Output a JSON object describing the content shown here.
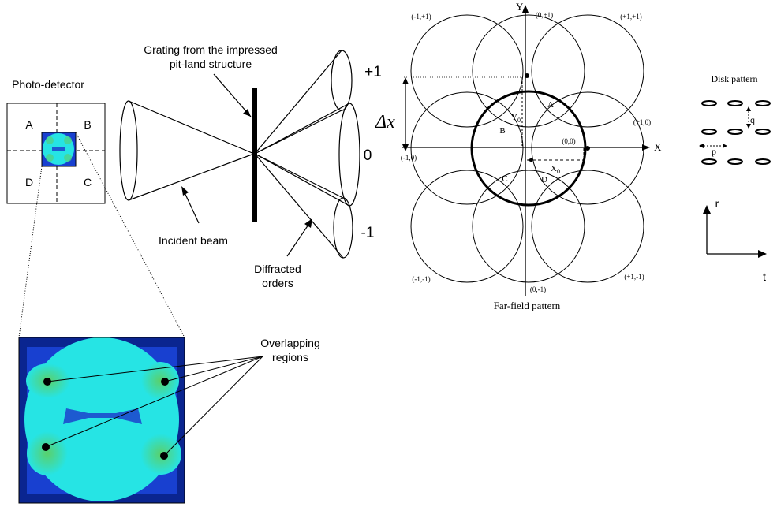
{
  "photodetector": {
    "title": "Photo-detector",
    "quadrants": {
      "a": "A",
      "b": "B",
      "c": "C",
      "d": "D"
    }
  },
  "grating": {
    "label_line1": "Grating from the impressed",
    "label_line2": "pit-land structure",
    "incident_label": "Incident beam",
    "diffracted_line1": "Diffracted",
    "diffracted_line2": "orders",
    "orders": {
      "plus1": "+1",
      "zero": "0",
      "minus1": "-1"
    }
  },
  "farfield": {
    "caption": "Far-field pattern",
    "axis_x": "X",
    "axis_y": "Y",
    "delta_symbol": "Δx",
    "order_labels": {
      "m1p1": "(-1,+1)",
      "z_p1": "(0,+1)",
      "p1p1": "(+1,+1)",
      "m1z": "(-1,0)",
      "zz": "(0,0)",
      "p1z": "(+1,0)",
      "m1m1": "(-1,-1)",
      "z_m1": "(0,-1)",
      "p1m1": "(+1,-1)"
    },
    "region_letters": {
      "a": "A",
      "b": "B",
      "c": "C",
      "d": "D"
    },
    "x0_label": "X",
    "x0_sub": "0",
    "y0_label": "Y",
    "y0_sub": "0"
  },
  "disk": {
    "title": "Disk pattern",
    "q_label": "q",
    "p_label": "p",
    "axis_r": "r",
    "axis_t": "t"
  },
  "zoom": {
    "overlap_line1": "Overlapping",
    "overlap_line2": "regions"
  },
  "colors": {
    "beam_overlap": "#36ebcf",
    "beam_main": "#26e4e4",
    "background_blue": "#1840d0",
    "dark_blue": "#0a2590",
    "overlap_green": "#3ec87a"
  }
}
